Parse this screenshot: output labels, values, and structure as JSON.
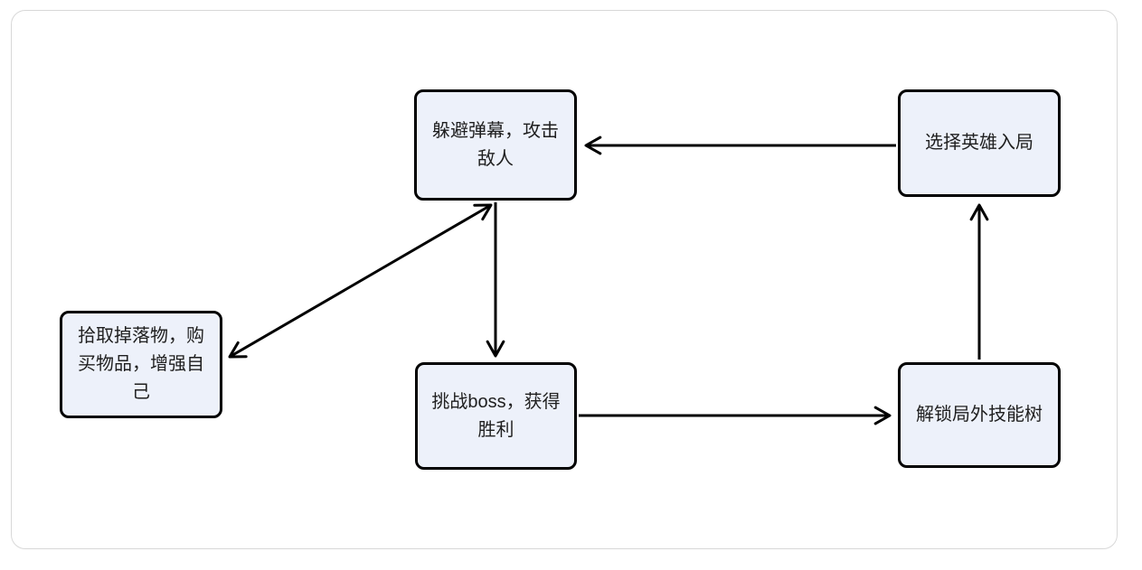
{
  "diagram": {
    "type": "flowchart",
    "nodes": [
      {
        "id": "dodge-attack",
        "label": "躲避弹幕，攻击敌人"
      },
      {
        "id": "choose-hero",
        "label": "选择英雄入局"
      },
      {
        "id": "pickup-items",
        "label": "拾取掉落物，购买物品，增强自己"
      },
      {
        "id": "challenge-boss",
        "label": "挑战boss，获得胜利"
      },
      {
        "id": "unlock-skilltree",
        "label": "解锁局外技能树"
      }
    ],
    "edges": [
      {
        "from": "choose-hero",
        "to": "dodge-attack",
        "bidirectional": false
      },
      {
        "from": "dodge-attack",
        "to": "pickup-items",
        "bidirectional": true
      },
      {
        "from": "dodge-attack",
        "to": "challenge-boss",
        "bidirectional": false
      },
      {
        "from": "challenge-boss",
        "to": "unlock-skilltree",
        "bidirectional": false
      },
      {
        "from": "unlock-skilltree",
        "to": "choose-hero",
        "bidirectional": false
      }
    ],
    "colors": {
      "node_fill": "#edf1fa",
      "node_border": "#000000",
      "edge_stroke": "#000000",
      "text": "#1f1f1f",
      "frame_border": "#d8d8d8",
      "background": "#ffffff"
    }
  }
}
